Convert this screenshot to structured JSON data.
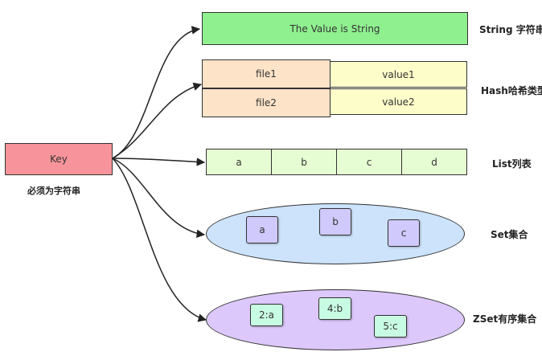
{
  "key": {
    "label": "Key",
    "note": "必须为字符串",
    "color": "#f7949b"
  },
  "string": {
    "value": "The Value is String",
    "label": "String 字符串",
    "color": "#8ff08f"
  },
  "hash": {
    "label": "Hash哈希类型",
    "field_color": "#fde3c8",
    "value_color": "#fdfdc9",
    "rows": [
      {
        "field": "file1",
        "value": "value1"
      },
      {
        "field": "file2",
        "value": "value2"
      }
    ]
  },
  "list": {
    "label": "List列表",
    "color": "#e6fcd2",
    "items": [
      "a",
      "b",
      "c",
      "d"
    ]
  },
  "set": {
    "label": "Set集合",
    "color": "#cce3fb",
    "item_color": "#cfcafb",
    "items": [
      "a",
      "b",
      "c"
    ]
  },
  "zset": {
    "label": "ZSet有序集合",
    "color": "#dcc8fb",
    "item_color": "#c8fbe3",
    "items": [
      "2:a",
      "4:b",
      "5:c"
    ]
  }
}
